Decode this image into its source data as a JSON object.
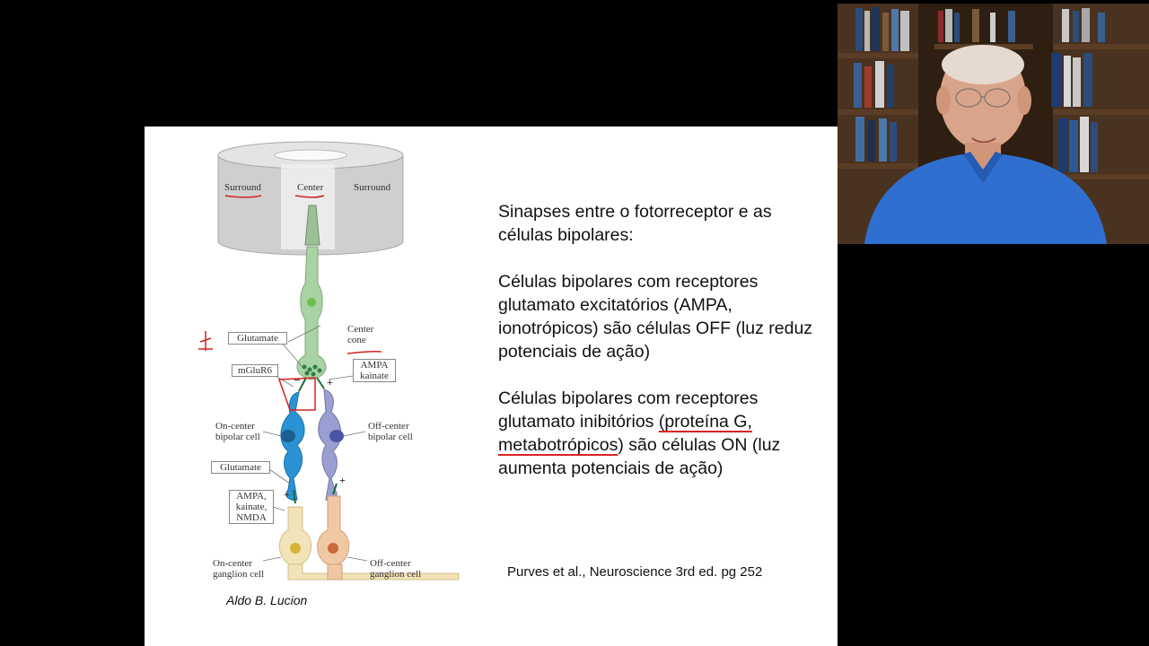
{
  "diagram": {
    "labels": {
      "surround_left": "Surround",
      "center": "Center",
      "surround_right": "Surround",
      "center_cone": "Center\ncone",
      "glutamate_top": "Glutamate",
      "mglur6": "mGluR6",
      "ampa_kainate": "AMPA\nkainate",
      "minus": "−",
      "plus_top": "+",
      "on_center_bipolar": "On-center\nbipolar cell",
      "off_center_bipolar": "Off-center\nbipolar cell",
      "glutamate_bottom": "Glutamate",
      "ampa_kainate_nmda": "AMPA,\nkainate,\nNMDA",
      "plus_left": "+",
      "plus_right": "+",
      "on_center_ganglion": "On-center\nganglion cell",
      "off_center_ganglion": "Off-center\nganglion cell"
    },
    "colors": {
      "cone": "#a9d3a5",
      "on_bipolar": "#2a93d5",
      "off_bipolar": "#9a9ed0",
      "on_ganglion": "#f2e4b8",
      "off_ganglion": "#f0c8a4",
      "annotation_red": "#d22222"
    }
  },
  "slide": {
    "heading": "Sinapses entre o fotorreceptor e as células bipolares:",
    "para_ampa": "Células bipolares com receptores glutamato excitatórios (AMPA, ionotrópicos) são células OFF (luz reduz potenciais de ação)",
    "para_g_prefix": "Células bipolares com receptores glutamato inibitórios ",
    "para_g_underlined_1": "(proteína  G,",
    "para_g_underlined_2": "metabotrópicos",
    "para_g_suffix": ") são células ON (luz aumenta potenciais de ação)",
    "citation": "Purves et al., Neuroscience 3rd ed. pg 252",
    "author": "Aldo B. Lucion"
  },
  "webcam": {
    "description_icon": "presenter-video-feed"
  }
}
